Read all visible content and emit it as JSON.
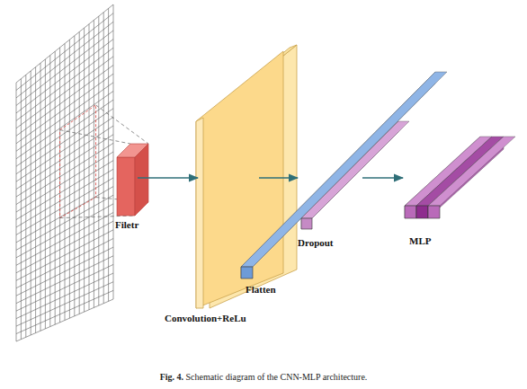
{
  "diagram": {
    "caption": "Fig. 4. Schematic diagram of the CNN-MLP architecture.",
    "labels": [
      "Filetr",
      "Convolution+ReLu",
      "Flatten",
      "Dropout",
      "MLP"
    ]
  }
}
